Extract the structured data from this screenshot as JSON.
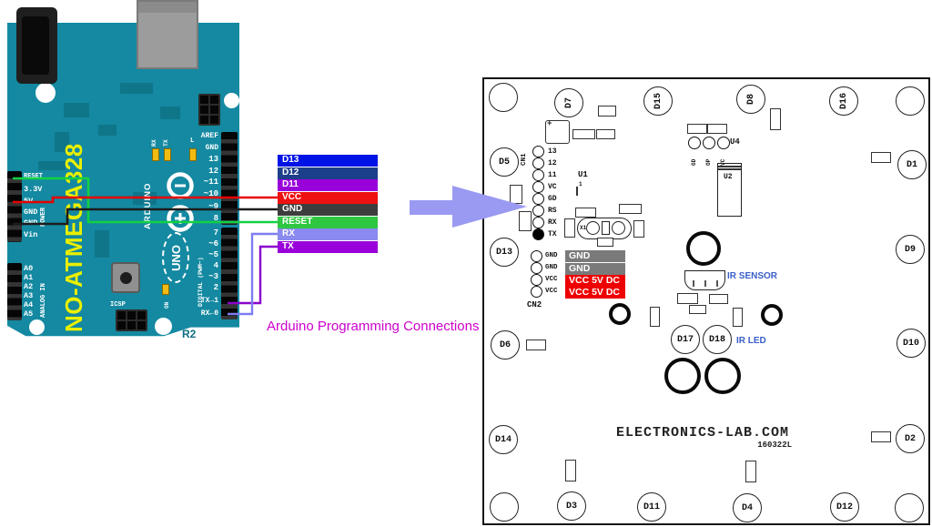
{
  "arduino": {
    "board_ref": "R2",
    "chip_label": "NO-ATMEGA328",
    "logo_text": "ARDUINO",
    "model": "UNO",
    "icsp": "ICSP",
    "on": "ON",
    "power": "POWER",
    "analog_in": "ANALOG IN",
    "digital": "DIGITAL (PWM~)",
    "led_rx": "RX",
    "led_tx": "TX",
    "led_l": "L",
    "top_pins": [
      "AREF",
      "GND",
      "13",
      "12",
      "~11",
      "~10",
      "~9",
      "8"
    ],
    "bottom_pins": [
      "7",
      "~6",
      "~5",
      "4",
      "~3",
      "2",
      "TX→1",
      "RX←0"
    ],
    "power_pins": [
      "RESET",
      "3.3V",
      "5V",
      "GND",
      "GND",
      "Vin"
    ],
    "analog_pins": [
      "A0",
      "A1",
      "A2",
      "A3",
      "A4",
      "A5"
    ],
    "board_color": "#1489a1",
    "chip_label_color": "#e9ef00"
  },
  "connections": {
    "caption": "Arduino  Programming Connections",
    "caption_color": "#cc00cc",
    "arrow_color": "#9a9af2",
    "pins": [
      {
        "label": "D13",
        "color": "#0013e6"
      },
      {
        "label": "D12",
        "color": "#1d3f8a"
      },
      {
        "label": "D11",
        "color": "#9a00d9"
      },
      {
        "label": "VCC",
        "color": "#ee1111"
      },
      {
        "label": "GND",
        "color": "#3d3d3d"
      },
      {
        "label": "RESET",
        "color": "#2fc741"
      },
      {
        "label": "RX",
        "color": "#8a8af0"
      },
      {
        "label": "TX",
        "color": "#9a00d9"
      }
    ],
    "wire_colors": {
      "vcc": "#e60000",
      "gnd": "#1c1c1c",
      "reset": "#12d142",
      "tx": "#8a00cc",
      "rx": "#7d7df0"
    }
  },
  "pcb": {
    "brand": "ELECTRONICS-LAB.COM",
    "code": "160322L",
    "cn1": "CN1",
    "cn2": "CN2",
    "u1": "U1",
    "u2": "U2",
    "u4": "U4",
    "x1": "X1",
    "c2_plus": "+",
    "cn1_pins": [
      "13",
      "12",
      "11",
      "VC",
      "GD",
      "RS",
      "RX",
      "TX"
    ],
    "cn2_pins": [
      "GND",
      "GND",
      "VCC",
      "VCC"
    ],
    "cn2_tags": [
      {
        "label": "GND",
        "color": "#7a7a7a"
      },
      {
        "label": "GND",
        "color": "#7a7a7a"
      },
      {
        "label": "VCC 5V DC",
        "color": "#ee0000"
      },
      {
        "label": "VCC 5V DC",
        "color": "#ee0000"
      }
    ],
    "u4_pins": [
      "GD",
      "OP",
      "VC"
    ],
    "ir_sensor": "IR SENSOR",
    "ir_led": "IR LED",
    "diodes": [
      "D7",
      "D15",
      "D8",
      "D16",
      "D5",
      "D1",
      "D13",
      "D9",
      "D6",
      "D10",
      "D14",
      "D2",
      "D3",
      "D11",
      "D4",
      "D12",
      "D17",
      "D18"
    ]
  }
}
